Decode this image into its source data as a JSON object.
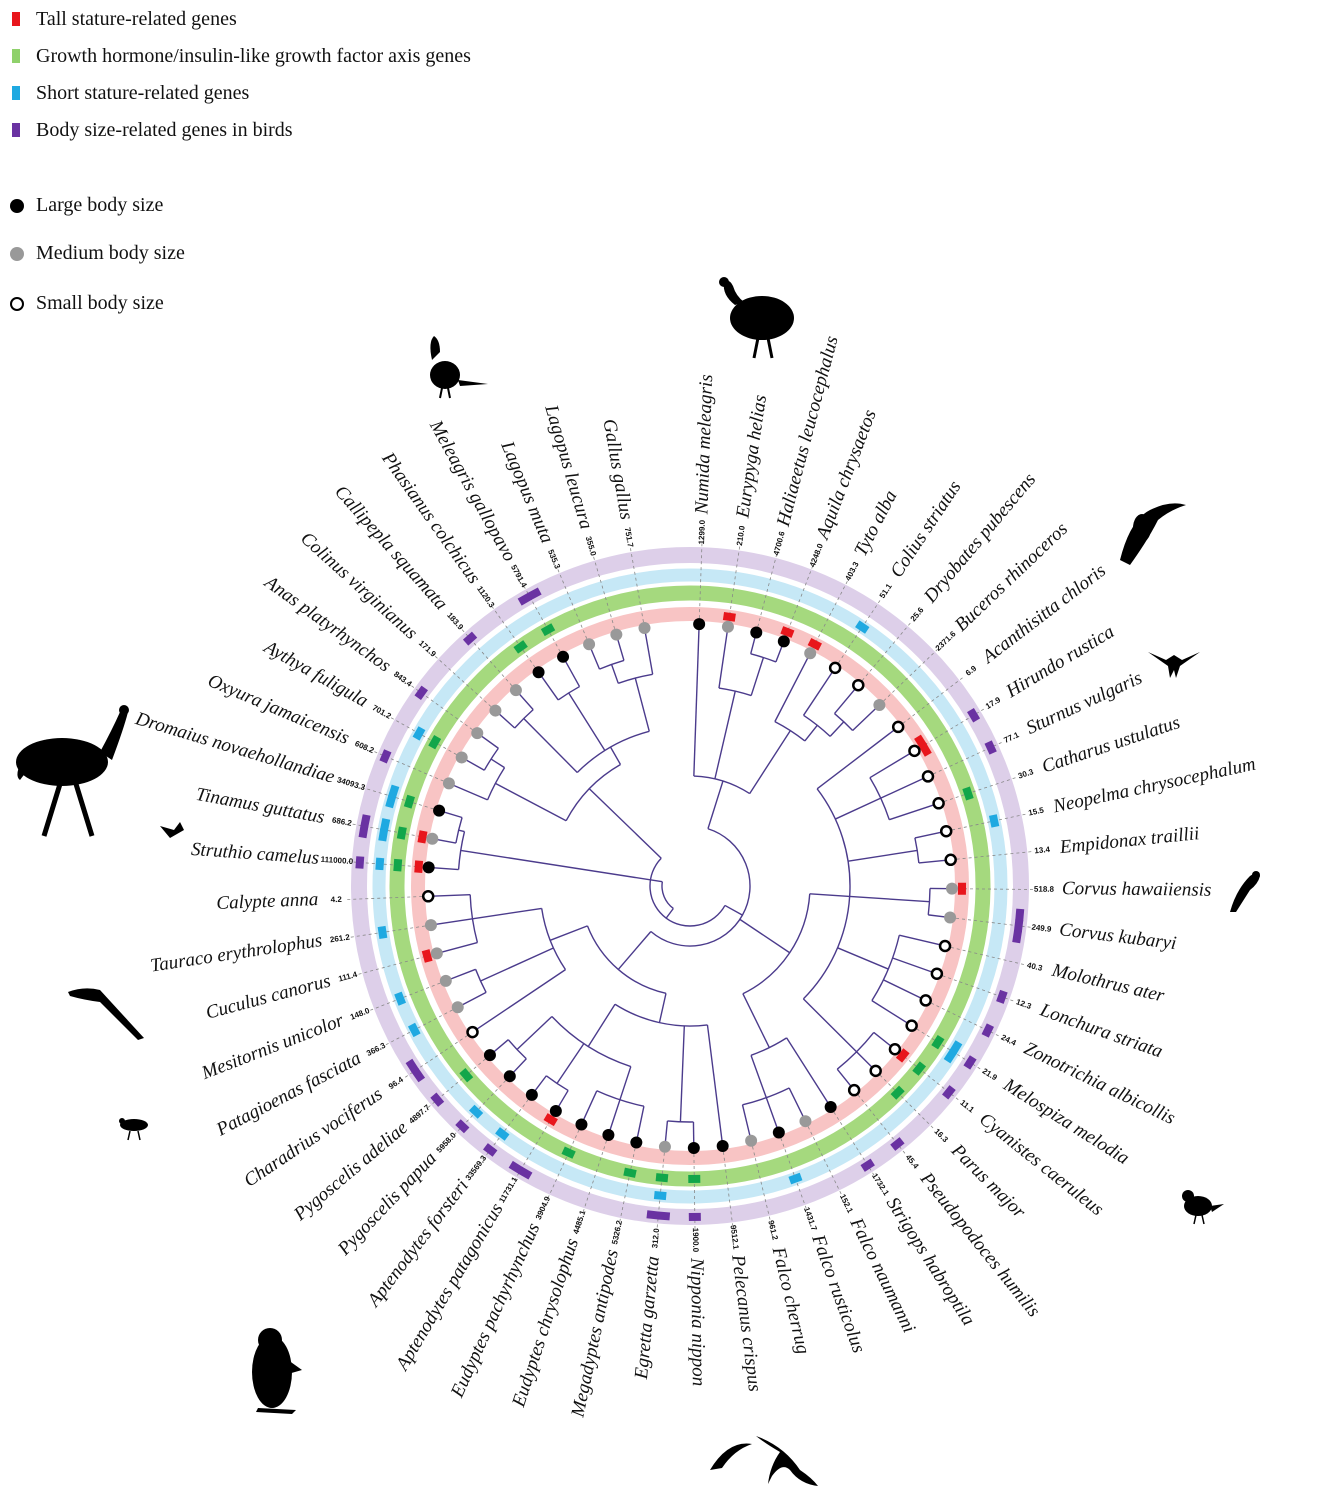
{
  "legend": {
    "genes": [
      {
        "label": "Tall stature-related genes",
        "color": "#e8161c"
      },
      {
        "label": "Growth hormone/insulin-like growth factor axis genes",
        "color": "#8fd16b"
      },
      {
        "label": "Short stature-related genes",
        "color": "#1fa9e1"
      },
      {
        "label": "Body size-related genes in birds",
        "color": "#6a32a2"
      }
    ],
    "sizes": [
      {
        "label": "Large body size",
        "style": "filled-black"
      },
      {
        "label": "Medium body size",
        "style": "filled-gray"
      },
      {
        "label": "Small body size",
        "style": "open-circle"
      }
    ]
  },
  "colors": {
    "tall": "#e8161c",
    "ghigf_ring": "#a5d97e",
    "ghigf": "#12a64a",
    "short": "#1fa9e1",
    "bird": "#6a32a2",
    "ring_tall": "#f8c4c4",
    "ring_short": "#c6e8f6",
    "ring_bird": "#ddcfe9",
    "tree": "#4b3b8c",
    "medium_dot": "#999999"
  },
  "species": [
    {
      "name": "Numida meleagris",
      "size": "1299.0",
      "class": "large",
      "tall": 0,
      "gh": 0,
      "short": 0,
      "bird": 0
    },
    {
      "name": "Eurypyga helias",
      "size": "210.0",
      "class": "medium",
      "tall": 1,
      "gh": 0,
      "short": 0,
      "bird": 0
    },
    {
      "name": "Haliaeetus leucocephalus",
      "size": "4700.6",
      "class": "large",
      "tall": 0,
      "gh": 0,
      "short": 0,
      "bird": 0
    },
    {
      "name": "Aquila chrysaetos",
      "size": "4248.0",
      "class": "large",
      "tall": 1,
      "gh": 0,
      "short": 0,
      "bird": 0
    },
    {
      "name": "Tyto alba",
      "size": "403.3",
      "class": "medium",
      "tall": 1,
      "gh": 0,
      "short": 0,
      "bird": 0
    },
    {
      "name": "Colius striatus",
      "size": "51.1",
      "class": "small",
      "tall": 0,
      "gh": 0,
      "short": 1,
      "bird": 0
    },
    {
      "name": "Dryobates pubescens",
      "size": "25.6",
      "class": "small",
      "tall": 0,
      "gh": 0,
      "short": 0,
      "bird": 0
    },
    {
      "name": "Buceros rhinoceros",
      "size": "2371.6",
      "class": "medium",
      "tall": 0,
      "gh": 0,
      "short": 0,
      "bird": 0
    },
    {
      "name": "Acanthisitta chloris",
      "size": "6.9",
      "class": "small",
      "tall": 0,
      "gh": 0,
      "short": 0,
      "bird": 0
    },
    {
      "name": "Hirundo rustica",
      "size": "17.9",
      "class": "small",
      "tall": 2,
      "gh": 0,
      "short": 0,
      "bird": 1
    },
    {
      "name": "Sturnus vulgaris",
      "size": "77.1",
      "class": "small",
      "tall": 0,
      "gh": 0,
      "short": 0,
      "bird": 1
    },
    {
      "name": "Catharus ustulatus",
      "size": "30.3",
      "class": "small",
      "tall": 0,
      "gh": 1,
      "short": 0,
      "bird": 0
    },
    {
      "name": "Neopelma chrysocephalum",
      "size": "15.5",
      "class": "small",
      "tall": 0,
      "gh": 0,
      "short": 1,
      "bird": 0
    },
    {
      "name": "Empidonax traillii",
      "size": "13.4",
      "class": "small",
      "tall": 0,
      "gh": 0,
      "short": 0,
      "bird": 0
    },
    {
      "name": "Corvus hawaiiensis",
      "size": "518.8",
      "class": "medium",
      "tall": 1,
      "gh": 0,
      "short": 0,
      "bird": 0
    },
    {
      "name": "Corvus kubaryi",
      "size": "249.9",
      "class": "medium",
      "tall": 0,
      "gh": 0,
      "short": 0,
      "bird": 3
    },
    {
      "name": "Molothrus ater",
      "size": "40.3",
      "class": "small",
      "tall": 0,
      "gh": 0,
      "short": 0,
      "bird": 0
    },
    {
      "name": "Lonchura striata",
      "size": "12.3",
      "class": "small",
      "tall": 0,
      "gh": 0,
      "short": 0,
      "bird": 1
    },
    {
      "name": "Zonotrichia albicollis",
      "size": "24.4",
      "class": "small",
      "tall": 0,
      "gh": 0,
      "short": 0,
      "bird": 1
    },
    {
      "name": "Melospiza melodia",
      "size": "21.9",
      "class": "small",
      "tall": 0,
      "gh": 1,
      "short": 2,
      "bird": 1
    },
    {
      "name": "Cyanistes caeruleus",
      "size": "11.1",
      "class": "small",
      "tall": 1,
      "gh": 1,
      "short": 0,
      "bird": 1
    },
    {
      "name": "Parus major",
      "size": "16.3",
      "class": "small",
      "tall": 0,
      "gh": 1,
      "short": 0,
      "bird": 0
    },
    {
      "name": "Pseudopodoces humilis",
      "size": "45.4",
      "class": "small",
      "tall": 0,
      "gh": 0,
      "short": 0,
      "bird": 1
    },
    {
      "name": "Strigops habroptila",
      "size": "1732.1",
      "class": "large",
      "tall": 0,
      "gh": 0,
      "short": 0,
      "bird": 1
    },
    {
      "name": "Falco naumanni",
      "size": "152.1",
      "class": "medium",
      "tall": 0,
      "gh": 0,
      "short": 0,
      "bird": 0
    },
    {
      "name": "Falco rusticolus",
      "size": "1431.7",
      "class": "large",
      "tall": 0,
      "gh": 0,
      "short": 1,
      "bird": 0
    },
    {
      "name": "Falco cherrug",
      "size": "961.2",
      "class": "medium",
      "tall": 0,
      "gh": 0,
      "short": 0,
      "bird": 0
    },
    {
      "name": "Pelecanus crispus",
      "size": "9512.1",
      "class": "large",
      "tall": 0,
      "gh": 0,
      "short": 0,
      "bird": 0
    },
    {
      "name": "Nipponia nippon",
      "size": "1900.0",
      "class": "large",
      "tall": 0,
      "gh": 1,
      "short": 0,
      "bird": 1
    },
    {
      "name": "Egretta garzetta",
      "size": "312.0",
      "class": "medium",
      "tall": 0,
      "gh": 1,
      "short": 1,
      "bird": 2
    },
    {
      "name": "Megadyptes antipodes",
      "size": "5326.2",
      "class": "large",
      "tall": 0,
      "gh": 1,
      "short": 0,
      "bird": 0
    },
    {
      "name": "Eudyptes chrysolophus",
      "size": "4485.1",
      "class": "large",
      "tall": 0,
      "gh": 0,
      "short": 0,
      "bird": 0
    },
    {
      "name": "Eudyptes pachyrhynchus",
      "size": "3904.9",
      "class": "large",
      "tall": 0,
      "gh": 1,
      "short": 0,
      "bird": 0
    },
    {
      "name": "Aptenodytes patagonicus",
      "size": "11731.1",
      "class": "large",
      "tall": 1,
      "gh": 0,
      "short": 0,
      "bird": 2
    },
    {
      "name": "Aptenodytes forsteri",
      "size": "33569.3",
      "class": "large",
      "tall": 0,
      "gh": 0,
      "short": 1,
      "bird": 1
    },
    {
      "name": "Pygoscelis papua",
      "size": "5958.0",
      "class": "large",
      "tall": 0,
      "gh": 0,
      "short": 1,
      "bird": 1
    },
    {
      "name": "Pygoscelis adeliae",
      "size": "4897.7",
      "class": "large",
      "tall": 0,
      "gh": 1,
      "short": 0,
      "bird": 1
    },
    {
      "name": "Charadrius vociferus",
      "size": "96.4",
      "class": "small",
      "tall": 0,
      "gh": 0,
      "short": 0,
      "bird": 2
    },
    {
      "name": "Patagioenas fasciata",
      "size": "366.3",
      "class": "medium",
      "tall": 0,
      "gh": 0,
      "short": 1,
      "bird": 0
    },
    {
      "name": "Mesitornis unicolor",
      "size": "148.0",
      "class": "medium",
      "tall": 0,
      "gh": 0,
      "short": 1,
      "bird": 0
    },
    {
      "name": "Cuculus canorus",
      "size": "111.4",
      "class": "medium",
      "tall": 1,
      "gh": 0,
      "short": 0,
      "bird": 0
    },
    {
      "name": "Tauraco erythrolophus",
      "size": "261.2",
      "class": "medium",
      "tall": 0,
      "gh": 0,
      "short": 1,
      "bird": 0
    },
    {
      "name": "Calypte anna",
      "size": "4.2",
      "class": "small",
      "tall": 0,
      "gh": 0,
      "short": 0,
      "bird": 0
    },
    {
      "name": "Struthio camelus",
      "size": "111000.0",
      "class": "large",
      "tall": 1,
      "gh": 1,
      "short": 1,
      "bird": 1
    },
    {
      "name": "Tinamus guttatus",
      "size": "686.2",
      "class": "medium",
      "tall": 1,
      "gh": 1,
      "short": 2,
      "bird": 2
    },
    {
      "name": "Dromaius novaehollandiae",
      "size": "34093.3",
      "class": "large",
      "tall": 0,
      "gh": 1,
      "short": 2,
      "bird": 0
    },
    {
      "name": "Oxyura jamaicensis",
      "size": "608.2",
      "class": "medium",
      "tall": 0,
      "gh": 0,
      "short": 0,
      "bird": 1
    },
    {
      "name": "Aythya fuligula",
      "size": "701.2",
      "class": "medium",
      "tall": 0,
      "gh": 1,
      "short": 1,
      "bird": 0
    },
    {
      "name": "Anas platyrhynchos",
      "size": "843.4",
      "class": "medium",
      "tall": 0,
      "gh": 0,
      "short": 0,
      "bird": 1
    },
    {
      "name": "Colinus virginianus",
      "size": "171.9",
      "class": "medium",
      "tall": 0,
      "gh": 0,
      "short": 0,
      "bird": 0
    },
    {
      "name": "Callipepla squamata",
      "size": "183.9",
      "class": "medium",
      "tall": 0,
      "gh": 0,
      "short": 0,
      "bird": 1
    },
    {
      "name": "Phasianus colchicus",
      "size": "1120.3",
      "class": "large",
      "tall": 0,
      "gh": 1,
      "short": 0,
      "bird": 0
    },
    {
      "name": "Meleagris gallopavo",
      "size": "5791.4",
      "class": "large",
      "tall": 0,
      "gh": 1,
      "short": 0,
      "bird": 2
    },
    {
      "name": "Lagopus muta",
      "size": "535.3",
      "class": "medium",
      "tall": 0,
      "gh": 0,
      "short": 0,
      "bird": 0
    },
    {
      "name": "Lagopus leucura",
      "size": "355.0",
      "class": "medium",
      "tall": 0,
      "gh": 0,
      "short": 0,
      "bird": 0
    },
    {
      "name": "Gallus gallus",
      "size": "751.7",
      "class": "medium",
      "tall": 0,
      "gh": 0,
      "short": 0,
      "bird": 0
    }
  ],
  "silhouettes": [
    {
      "name": "guineafowl-silhouette"
    },
    {
      "name": "pheasant-silhouette"
    },
    {
      "name": "hornbill-silhouette"
    },
    {
      "name": "swallow-silhouette"
    },
    {
      "name": "flycatcher-silhouette"
    },
    {
      "name": "ostrich-silhouette"
    },
    {
      "name": "hummingbird-silhouette"
    },
    {
      "name": "cuckoo-silhouette"
    },
    {
      "name": "killdeer-silhouette"
    },
    {
      "name": "penguin-silhouette"
    },
    {
      "name": "sparrow-silhouette"
    },
    {
      "name": "falcons-silhouette"
    }
  ]
}
